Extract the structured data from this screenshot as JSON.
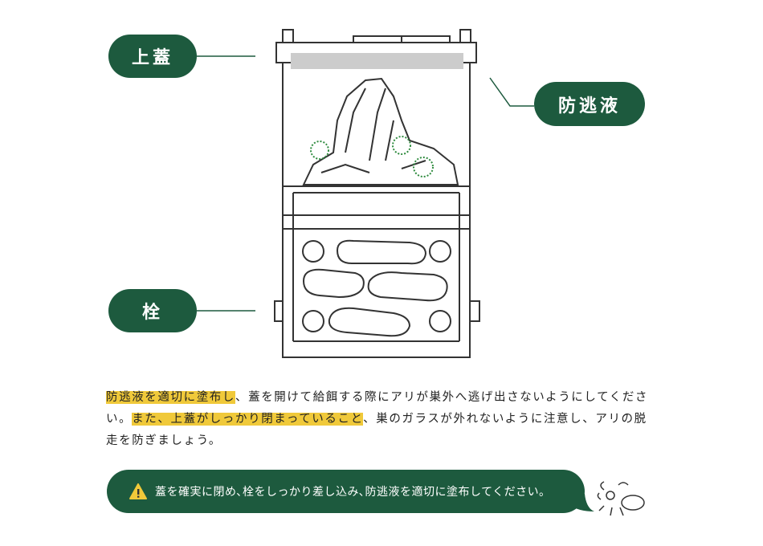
{
  "labels": {
    "lid": "上蓋",
    "anti_escape": "防逃液",
    "plug": "栓"
  },
  "paragraph": {
    "part1_highlight": "防逃液を適切に塗布し",
    "part2": "、蓋を開けて給餌する際にアリが巣外へ逃げ出さないようにしてください。",
    "part3_highlight": "また、上蓋がしっかり閉まっていること",
    "part4": "、巣のガラスが外れないように注意し、アリの脱走を防ぎましょう。"
  },
  "callout": {
    "icon": "warning-icon",
    "text": "蓋を確実に閉め､栓をしっかり差し込み､防逃液を適切に塗布してください｡"
  },
  "colors": {
    "green": "#1d5a3e",
    "highlight": "#f0c93a"
  }
}
